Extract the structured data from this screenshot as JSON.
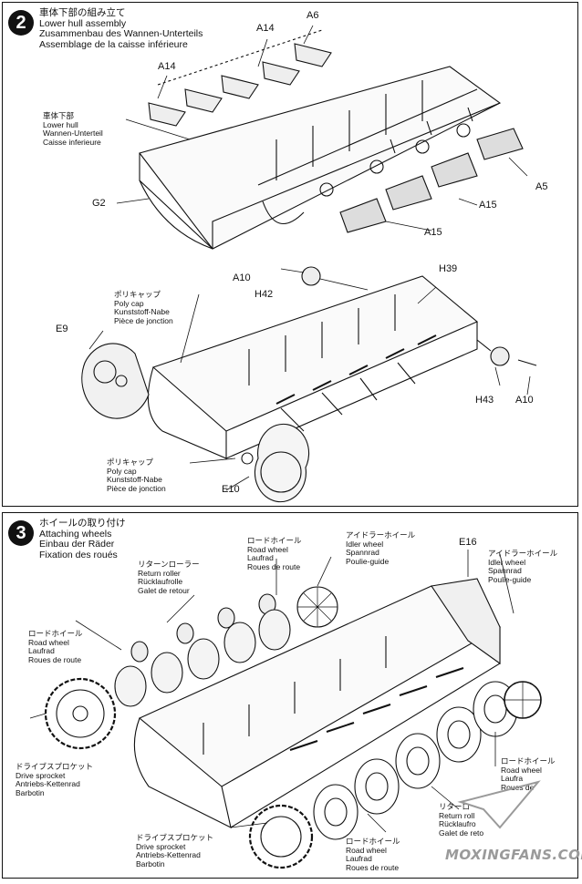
{
  "step2": {
    "number": "2",
    "title": [
      "車体下部の組み立て",
      "Lower hull assembly",
      "Zusammenbau des Wannen-Unterteils",
      "Assemblage de la caisse inférieure"
    ],
    "callout_lower_hull": [
      "車体下部",
      "Lower hull",
      "Wannen-Unterteil",
      "Caisse inferieure"
    ],
    "callout_poly_cap_top": [
      "ポリキャップ",
      "Poly cap",
      "Kunststoff-Nabe",
      "Pièce de jonction"
    ],
    "callout_poly_cap_bottom": [
      "ポリキャップ",
      "Poly cap",
      "Kunststoff-Nabe",
      "Pièce de jonction"
    ],
    "parts": {
      "a6": "A6",
      "a14_top": "A14",
      "a14_left": "A14",
      "g2": "G2",
      "a5": "A5",
      "a15_right": "A15",
      "a15_bottom": "A15",
      "a10_top": "A10",
      "h42": "H42",
      "h39": "H39",
      "e9": "E9",
      "h43": "H43",
      "a10_right": "A10",
      "e10": "E10"
    }
  },
  "step3": {
    "number": "3",
    "title": [
      "ホイールの取り付け",
      "Attaching wheels",
      "Einbau der Räder",
      "Fixation des roués"
    ],
    "callout_road_wheel_top": [
      "ロードホイール",
      "Road wheel",
      "Laufrad",
      "Roues de route"
    ],
    "callout_idler_top": [
      "アイドラーホイール",
      "Idler wheel",
      "Spannrad",
      "Poulie-guide"
    ],
    "callout_idler_right": [
      "アイドラーホイール",
      "Idler wheel",
      "Spannrad",
      "Poulie-guide"
    ],
    "callout_return_roller_left": [
      "リターンローラー",
      "Return roller",
      "Rücklaufrolle",
      "Galet de retour"
    ],
    "callout_road_wheel_left": [
      "ロードホイール",
      "Road wheel",
      "Laufrad",
      "Roues de route"
    ],
    "callout_drive_sprocket_left": [
      "ドライブスプロケット",
      "Drive sprocket",
      "Antriebs-Kettenrad",
      "Barbotin"
    ],
    "callout_drive_sprocket_bottom": [
      "ドライブスプロケット",
      "Drive sprocket",
      "Antriebs-Kettenrad",
      "Barbotin"
    ],
    "callout_road_wheel_bottom": [
      "ロードホイール",
      "Road wheel",
      "Laufrad",
      "Roues de route"
    ],
    "callout_road_wheel_right": [
      "ロードホイール",
      "Road wheel",
      "Laufra",
      "Roues de"
    ],
    "callout_return_roller_right": [
      "リターロ",
      "Return roll",
      "Rücklaufro",
      "Galet de reto"
    ],
    "parts": {
      "e16": "E16"
    }
  },
  "watermark": "MOXINGFANS.COM",
  "colors": {
    "ink": "#111111",
    "paper": "#ffffff",
    "watermark": "#9a9a9a"
  }
}
